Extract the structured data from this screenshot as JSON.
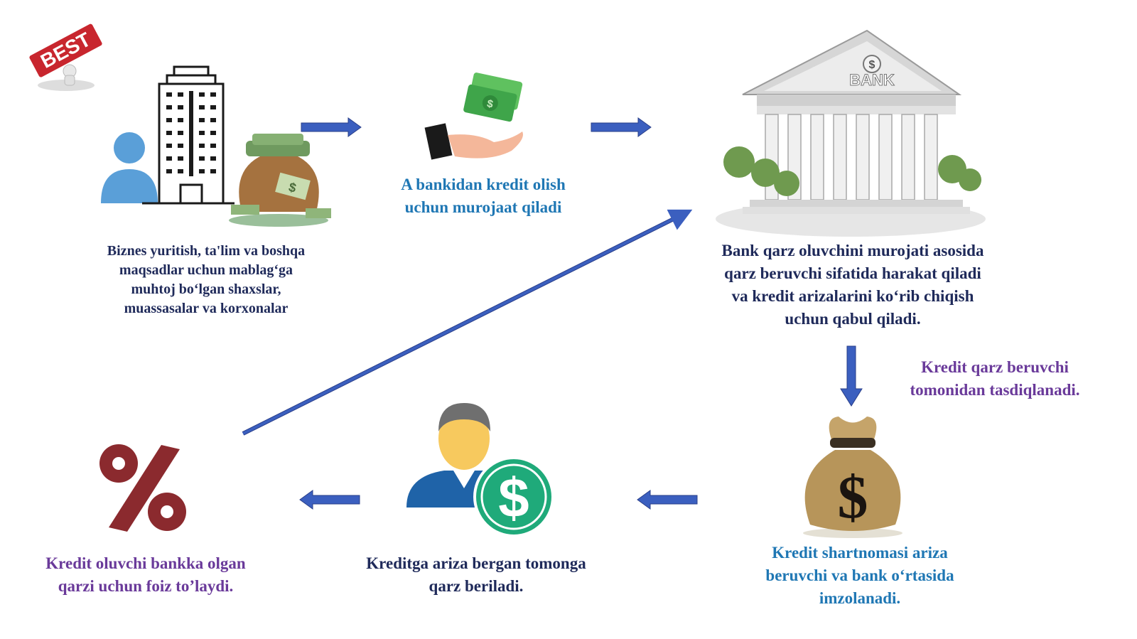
{
  "logo": {
    "label": "BEST"
  },
  "bank_sign": {
    "label": "BANK"
  },
  "nodes": {
    "borrowers": {
      "text": "Biznes yuritish, ta'lim va boshqa\nmaqsadlar uchun mablag‘ga\nmuhtoj bo‘lgan shaxslar,\nmuassasalar va korxonalar"
    },
    "apply": {
      "text": "A bankidan kredit olish\nuchun murojaat qiladi"
    },
    "bank": {
      "text": "Bank qarz oluvchini murojati asosida\nqarz beruvchi sifatida harakat qiladi\nva kredit arizalarini ko‘rib chiqish\nuchun qabul qiladi."
    },
    "approved": {
      "text": "Kredit qarz beruvchi\ntomonidan tasdiqlanadi."
    },
    "contract": {
      "text": "Kredit shartnomasi ariza\nberuvchi va bank o‘rtasida\nimzolanadi."
    },
    "loan_given": {
      "text": "Kreditga ariza bergan tomonga\nqarz beriladi."
    },
    "interest": {
      "text": "Kredit oluvchi bankka olgan\nqarzi uchun foiz to’laydi."
    }
  },
  "icons": {
    "person": "person-icon",
    "building": "office-building-icon",
    "money_bag_cash": "money-bag-cash-icon",
    "hand_money": "hand-giving-money-icon",
    "bank": "bank-building-icon",
    "money_bag_dollar": "dollar-money-bag-icon",
    "man_dollar": "man-with-dollar-coin-icon",
    "percent": "percent-icon"
  },
  "colors": {
    "navy_text": "#1f2a5a",
    "blue_text": "#1f77b4",
    "purple_text": "#6a3a9a",
    "arrow": "#3b5fbf",
    "percent": "#8b2a2e",
    "dollar_coin": "#1faa7a",
    "person_blue": "#5a9fd8"
  }
}
